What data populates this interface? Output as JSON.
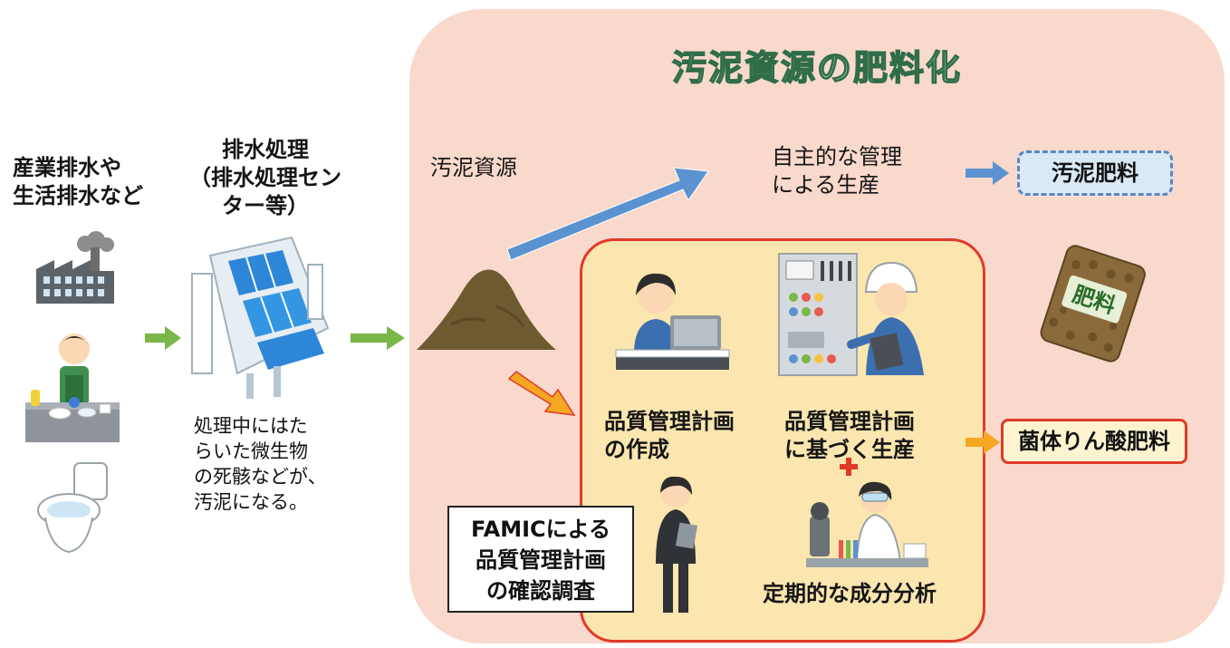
{
  "title": "汚泥資源の肥料化",
  "source": {
    "line1": "産業排水や",
    "line2": "生活排水など"
  },
  "treatment": {
    "line1": "排水処理",
    "line2": "（排水処理セン",
    "line3": "ター等）"
  },
  "treatment_note": {
    "line1": "処理中にはた",
    "line2": "らいた微生物",
    "line3": "の死骸などが、",
    "line4": "汚泥になる。"
  },
  "sludge_label": "汚泥資源",
  "self_management": {
    "line1": "自主的な管理",
    "line2": "による生産"
  },
  "product_sludge_fertilizer": "汚泥肥料",
  "bag_label": "肥料",
  "plan_creation": {
    "line1": "品質管理計画",
    "line2": "の作成"
  },
  "plan_production": {
    "line1": "品質管理計画",
    "line2": "に基づく生産"
  },
  "periodic_analysis": "定期的な成分分析",
  "product_phosphate": "菌体りん酸肥料",
  "famic": {
    "line1": "FAMICによる",
    "line2": "品質管理計画",
    "line3": "の確認調査"
  },
  "colors": {
    "panel": "#f9d9cc",
    "red_box_fill": "#fae6ae",
    "red_box_border": "#e03a2a",
    "green_arrow": "#7ab648",
    "blue_arrow": "#5b93d0",
    "orange_arrow": "#f5a623",
    "title_fill": "#d3ecdb",
    "title_stroke": "#2f6d48"
  },
  "icons": [
    "factory-icon",
    "person-washing-dishes-icon",
    "toilet-icon",
    "treatment-plant-icon",
    "sludge-pile-icon",
    "office-worker-laptop-icon",
    "control-panel-worker-icon",
    "fertilizer-bag-icon",
    "inspector-woman-icon",
    "lab-analyst-icon",
    "red-plus-icon"
  ]
}
